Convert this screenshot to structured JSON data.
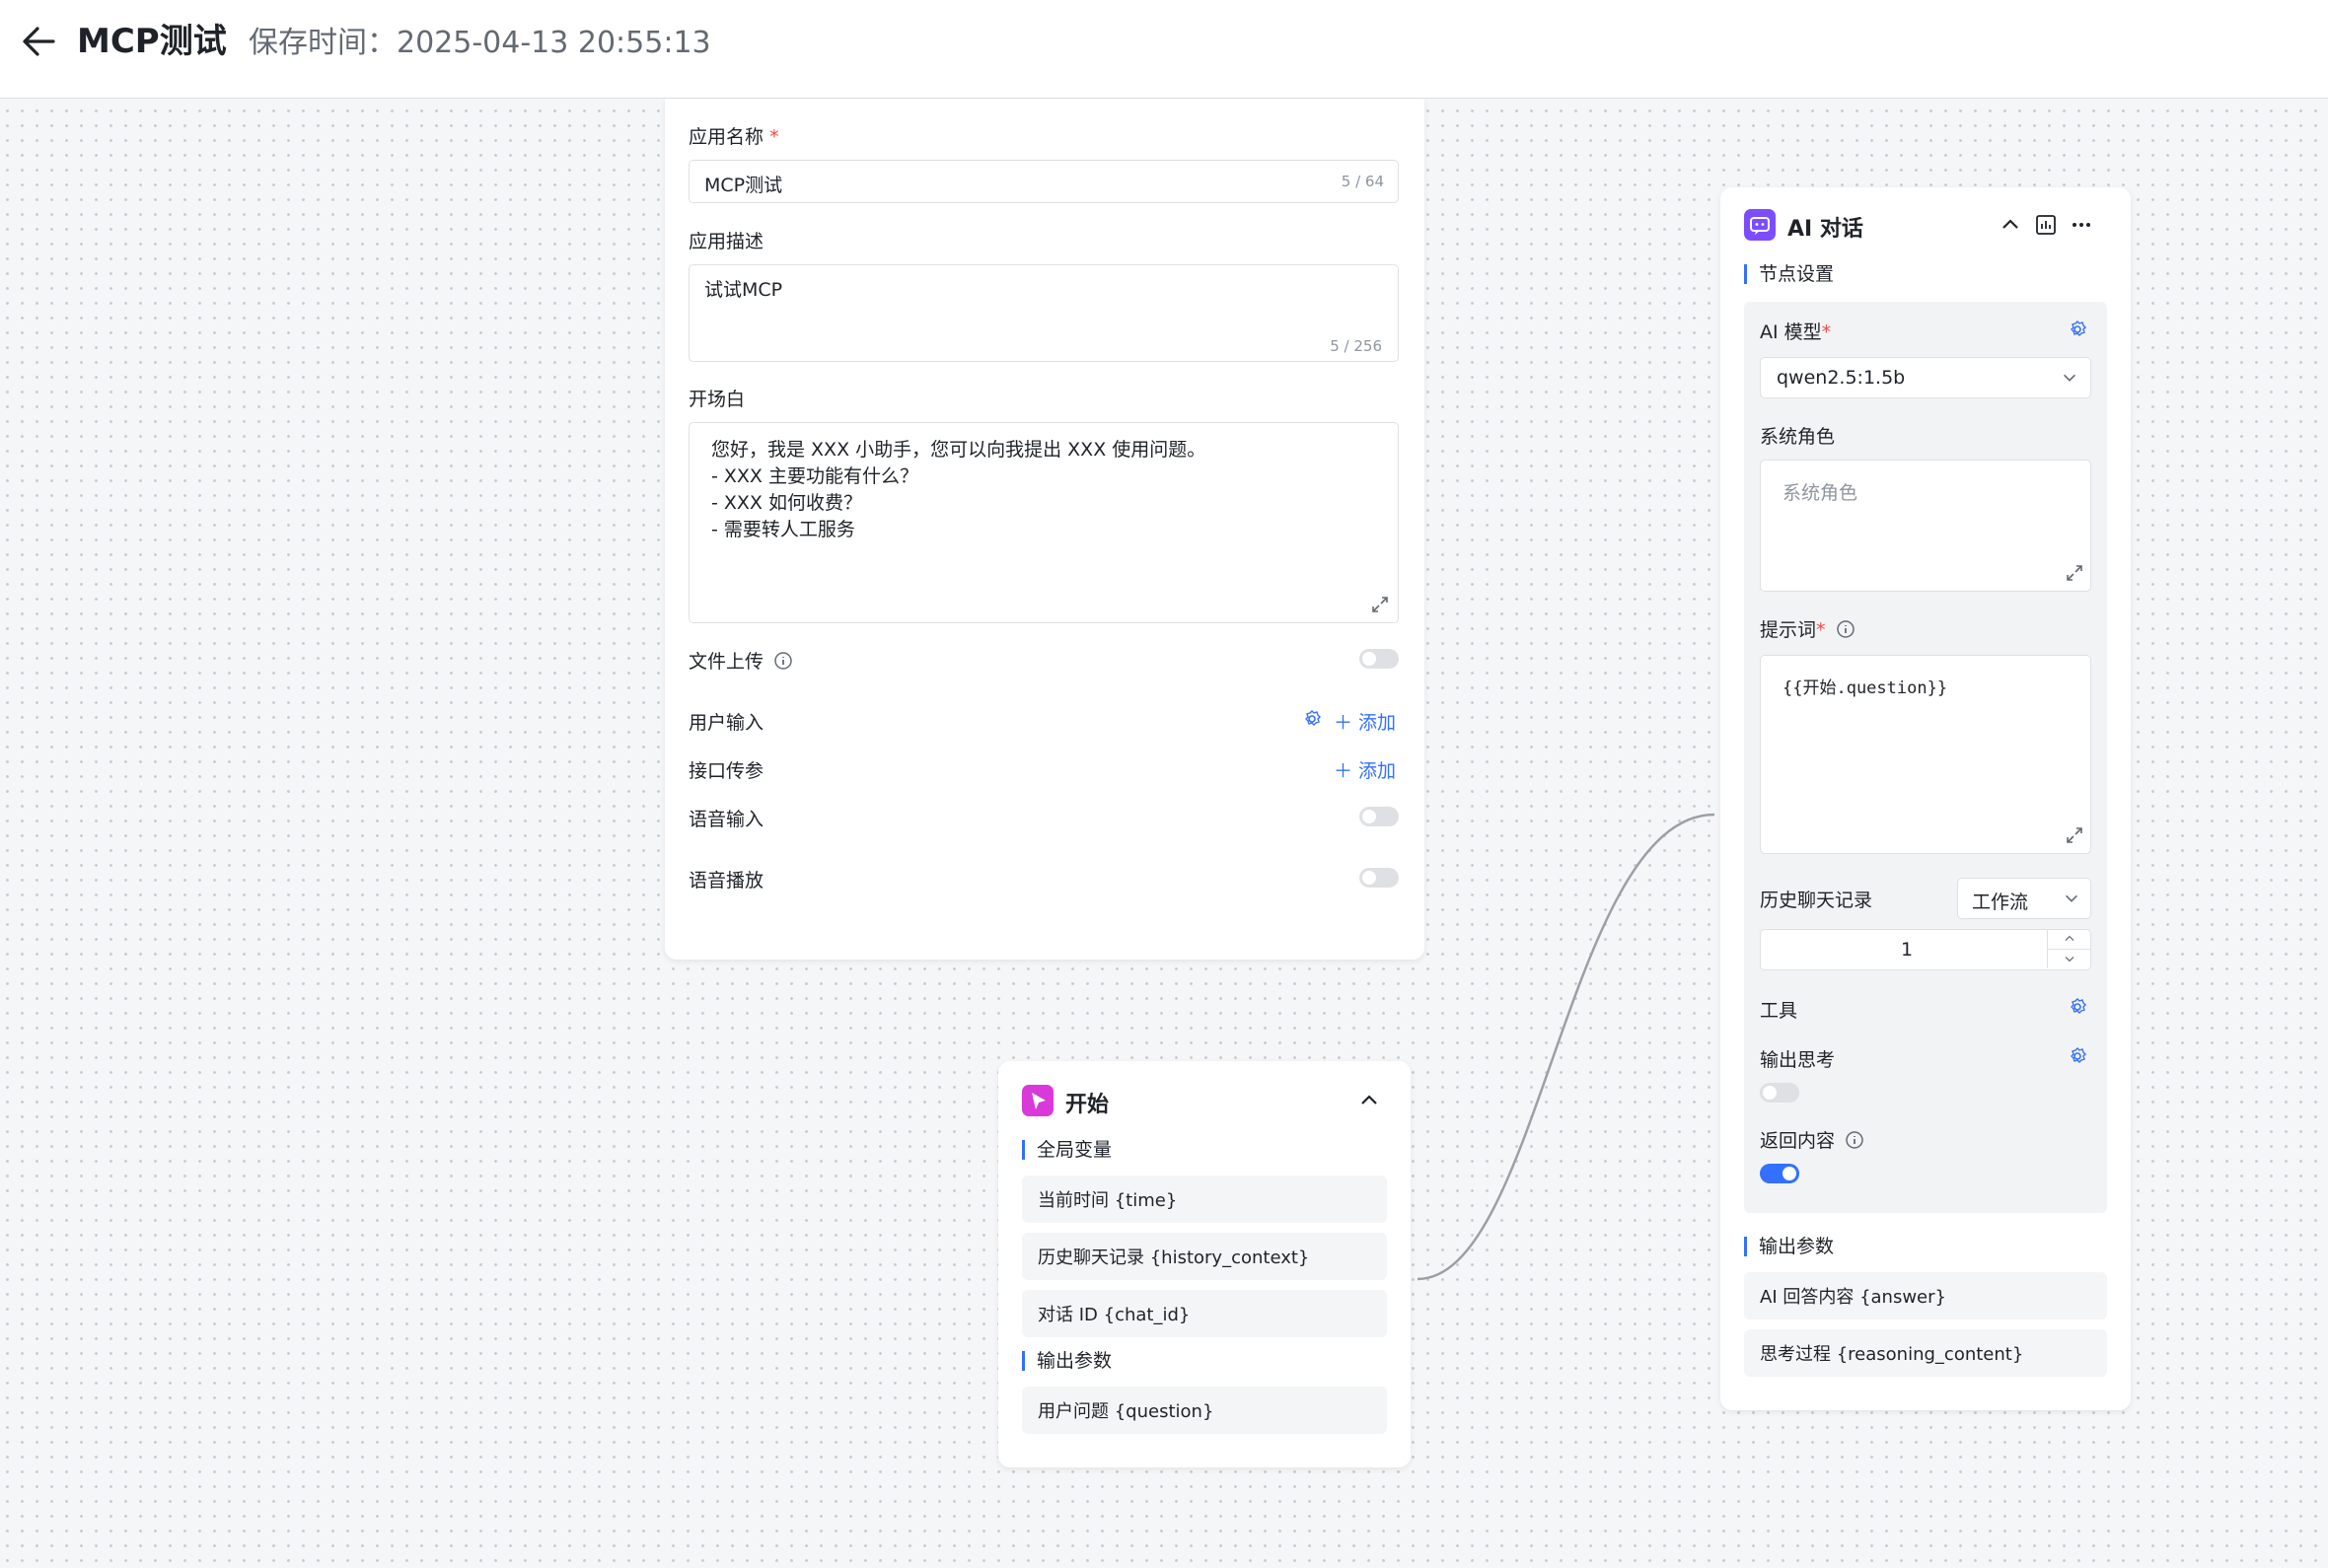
{
  "header": {
    "title": "MCP测试",
    "save_time": "保存时间：2025-04-13 20:55:13"
  },
  "base_form": {
    "app_name_label": "应用名称",
    "required_mark": "*",
    "app_name_value": "MCP测试",
    "app_name_count": "5 / 64",
    "app_desc_label": "应用描述",
    "app_desc_value": "试试MCP",
    "app_desc_count": "5 / 256",
    "prologue_label": "开场白",
    "prologue_lines": [
      "您好，我是 XXX 小助手，您可以向我提出 XXX 使用问题。",
      "- XXX 主要功能有什么？",
      "- XXX 如何收费？",
      "- 需要转人工服务"
    ],
    "file_upload_label": "文件上传",
    "user_input_label": "用户输入",
    "api_param_label": "接口传参",
    "add_label": "添加",
    "voice_input_label": "语音输入",
    "voice_play_label": "语音播放"
  },
  "start_node": {
    "title": "开始",
    "global_vars_label": "全局变量",
    "global_vars": [
      "当前时间 {time}",
      "历史聊天记录 {history_context}",
      "对话 ID {chat_id}"
    ],
    "output_label": "输出参数",
    "outputs": [
      "用户问题 {question}"
    ]
  },
  "ai_node": {
    "title": "AI 对话",
    "settings_label": "节点设置",
    "model_label": "AI 模型",
    "model_value": "qwen2.5:1.5b",
    "system_role_label": "系统角色",
    "system_role_placeholder": "系统角色",
    "prompt_label": "提示词",
    "prompt_value": "{{开始.question}}",
    "history_label": "历史聊天记录",
    "history_source": "工作流",
    "history_count": "1",
    "tools_label": "工具",
    "output_thinking_label": "输出思考",
    "return_content_label": "返回内容",
    "output_label": "输出参数",
    "outputs": [
      "AI 回答内容 {answer}",
      "思考过程 {reasoning_content}"
    ]
  },
  "colors": {
    "accent": "#3370ff",
    "start_icon": "#d939d9",
    "ai_icon": "#7c4dff"
  }
}
